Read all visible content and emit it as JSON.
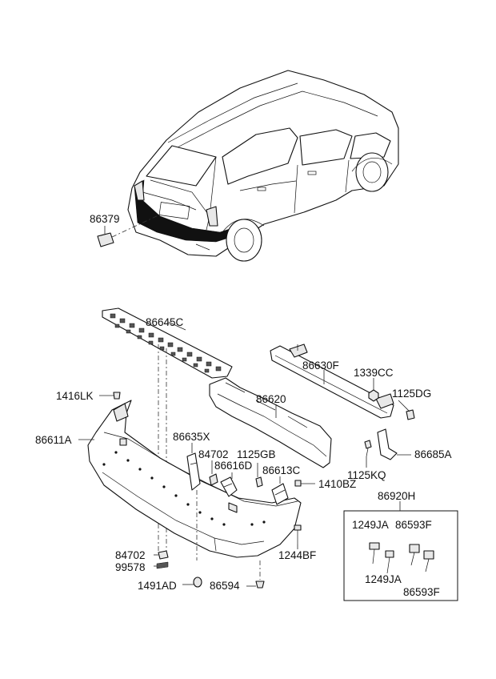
{
  "labels": {
    "p86379": "86379",
    "p86645C": "86645C",
    "p86630F": "86630F",
    "p1339CC": "1339CC",
    "p1125DG": "1125DG",
    "p1416LK": "1416LK",
    "p86620": "86620",
    "p86611A": "86611A",
    "p86635X": "86635X",
    "p84702a": "84702",
    "p1125GB": "1125GB",
    "p86616D": "86616D",
    "p86613C": "86613C",
    "p1410BZ": "1410BZ",
    "p1125KQ": "1125KQ",
    "p86685A": "86685A",
    "p86920H": "86920H",
    "p1249JA_a": "1249JA",
    "p86593F_a": "86593F",
    "p1249JA_b": "1249JA",
    "p86593F_b": "86593F",
    "p1244BF": "1244BF",
    "p84702b": "84702",
    "p99578": "99578",
    "p1491AD": "1491AD",
    "p86594": "86594"
  },
  "icons": {
    "vehicle": "suv-rear-view-illustration",
    "bumper": "rear-bumper-cover",
    "absorber": "energy-absorber",
    "beam": "bumper-beam",
    "garnish": "step-garnish-plate"
  }
}
